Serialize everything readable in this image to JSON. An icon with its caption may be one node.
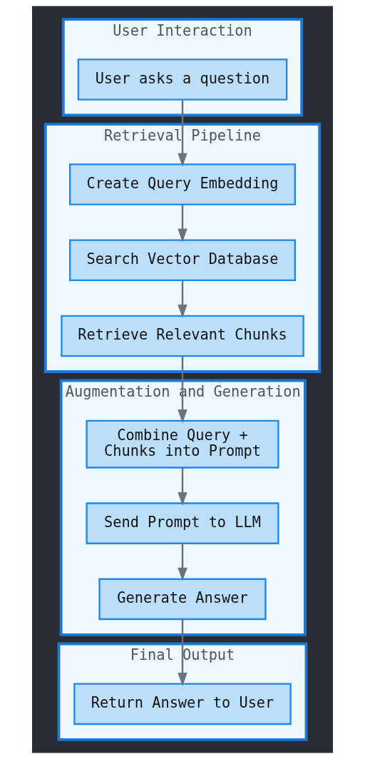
{
  "diagram": {
    "nodes": [
      {
        "text": [
          "User Interaction"
        ]
      },
      {
        "text": [
          "User asks a question"
        ],
        "in": 0
      },
      {
        "text": [
          "Retrieval Pipeline"
        ]
      },
      {
        "text": [
          "Create Query Embedding"
        ],
        "in": 2
      },
      {
        "text": [
          "Search Vector Database"
        ],
        "in": 2
      },
      {
        "text": [
          "Retrieve Relevant Chunks"
        ],
        "in": 2
      },
      {
        "text": [
          "Augmentation and Generation"
        ]
      },
      {
        "text": [
          "Combine Query + Chunks into Prompt"
        ],
        "in": 6
      },
      {
        "text": [
          "Send Prompt to LLM"
        ],
        "in": 6
      },
      {
        "text": [
          "Generate Answer"
        ],
        "in": 6
      },
      {
        "text": [
          "Final Output"
        ]
      },
      {
        "text": [
          "Return Answer to User"
        ],
        "in": 10
      }
    ],
    "edges": [
      {
        "from": 1,
        "to": 3,
        "arrow": "to"
      },
      {
        "from": 3,
        "to": 4,
        "arrow": "to"
      },
      {
        "from": 4,
        "to": 5,
        "arrow": "to"
      },
      {
        "from": 5,
        "to": 7,
        "arrow": "to"
      },
      {
        "from": 7,
        "to": 8,
        "arrow": "to"
      },
      {
        "from": 8,
        "to": 9,
        "arrow": "to"
      },
      {
        "from": 9,
        "to": 11,
        "arrow": "to"
      }
    ]
  }
}
